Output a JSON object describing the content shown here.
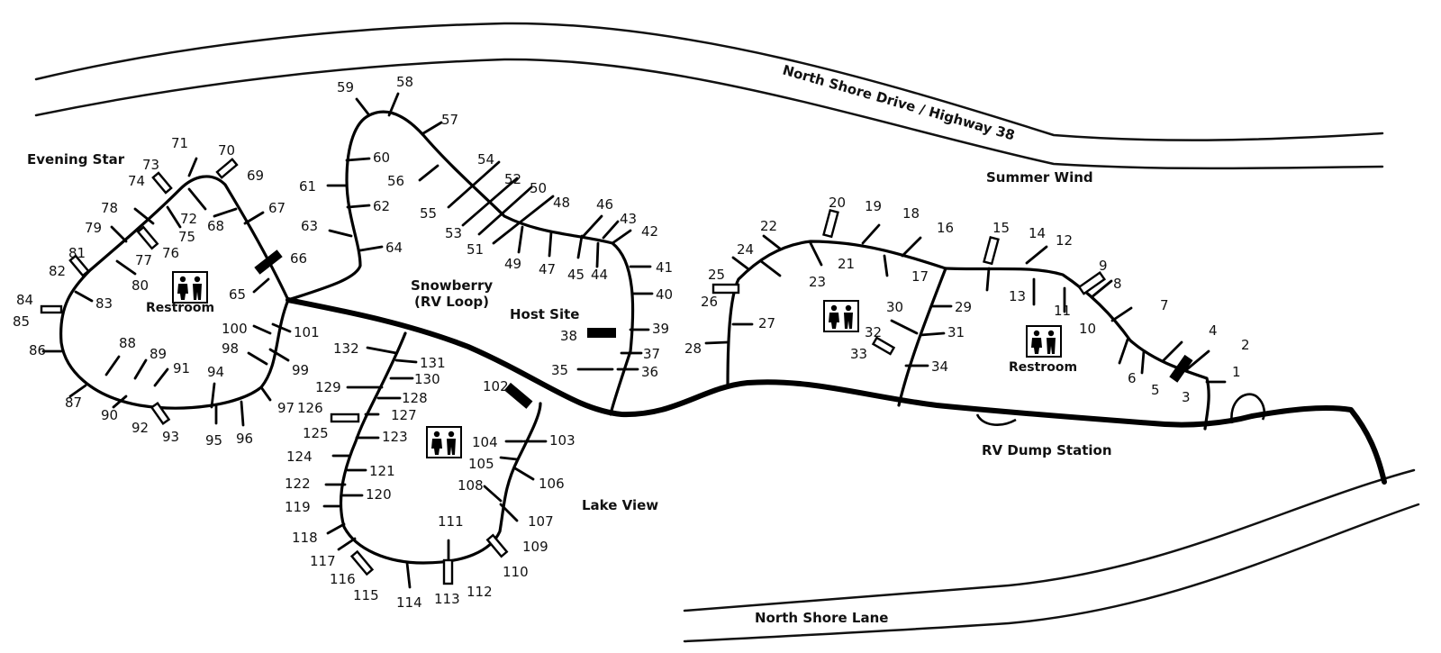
{
  "roads": {
    "north": "North Shore Drive / Highway 38",
    "south": "North Shore Lane"
  },
  "loops": {
    "evening_star": "Evening Star",
    "summer_wind": "Summer Wind",
    "snowberry": "Snowberry",
    "snowberry_sub": "(RV Loop)",
    "lake_view": "Lake View"
  },
  "facilities": {
    "restroom": "Restroom",
    "host_site": "Host Site",
    "dump_station": "RV Dump Station"
  },
  "sites": [
    "1",
    "2",
    "3",
    "4",
    "5",
    "6",
    "7",
    "8",
    "9",
    "10",
    "11",
    "12",
    "13",
    "14",
    "15",
    "16",
    "17",
    "18",
    "19",
    "20",
    "21",
    "22",
    "23",
    "24",
    "25",
    "26",
    "27",
    "28",
    "29",
    "30",
    "31",
    "32",
    "33",
    "34",
    "35",
    "36",
    "37",
    "38",
    "39",
    "40",
    "41",
    "42",
    "43",
    "44",
    "45",
    "46",
    "47",
    "48",
    "49",
    "50",
    "51",
    "52",
    "53",
    "54",
    "55",
    "56",
    "57",
    "58",
    "59",
    "60",
    "61",
    "62",
    "63",
    "64",
    "65",
    "66",
    "67",
    "68",
    "69",
    "70",
    "71",
    "72",
    "73",
    "74",
    "75",
    "76",
    "77",
    "78",
    "79",
    "80",
    "81",
    "82",
    "83",
    "84",
    "85",
    "86",
    "87",
    "88",
    "89",
    "90",
    "91",
    "92",
    "93",
    "94",
    "95",
    "96",
    "97",
    "98",
    "99",
    "100",
    "101",
    "102",
    "103",
    "104",
    "105",
    "106",
    "107",
    "108",
    "109",
    "110",
    "111",
    "112",
    "113",
    "114",
    "115",
    "116",
    "117",
    "118",
    "119",
    "120",
    "121",
    "122",
    "123",
    "124",
    "125",
    "126",
    "127",
    "128",
    "129",
    "130",
    "131",
    "132"
  ],
  "icons": {
    "restroom": "restroom-icon"
  },
  "colors": {
    "ink": "#000000",
    "paper": "#ffffff"
  }
}
